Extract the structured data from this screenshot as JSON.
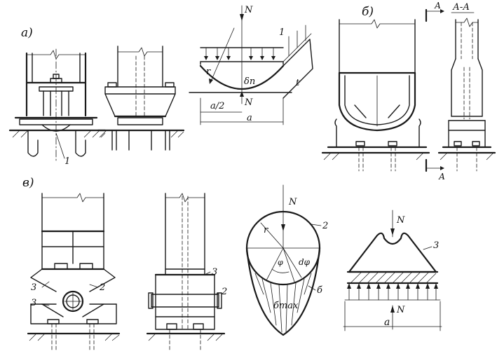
{
  "labels": {
    "panel_a": "а)",
    "panel_b": "б)",
    "panel_v": "в)",
    "force_N": "N",
    "radius_r": "r",
    "deflection": "δп",
    "half_span": "a/2",
    "span_a": "a",
    "thickness_t": "t",
    "callout_1": "1",
    "callout_2": "2",
    "callout_3": "3",
    "section_A": "А",
    "section_AA": "А-А",
    "angle_phi": "φ",
    "dphi": "dφ",
    "sigma": "б",
    "sigma_max": "бmax"
  }
}
